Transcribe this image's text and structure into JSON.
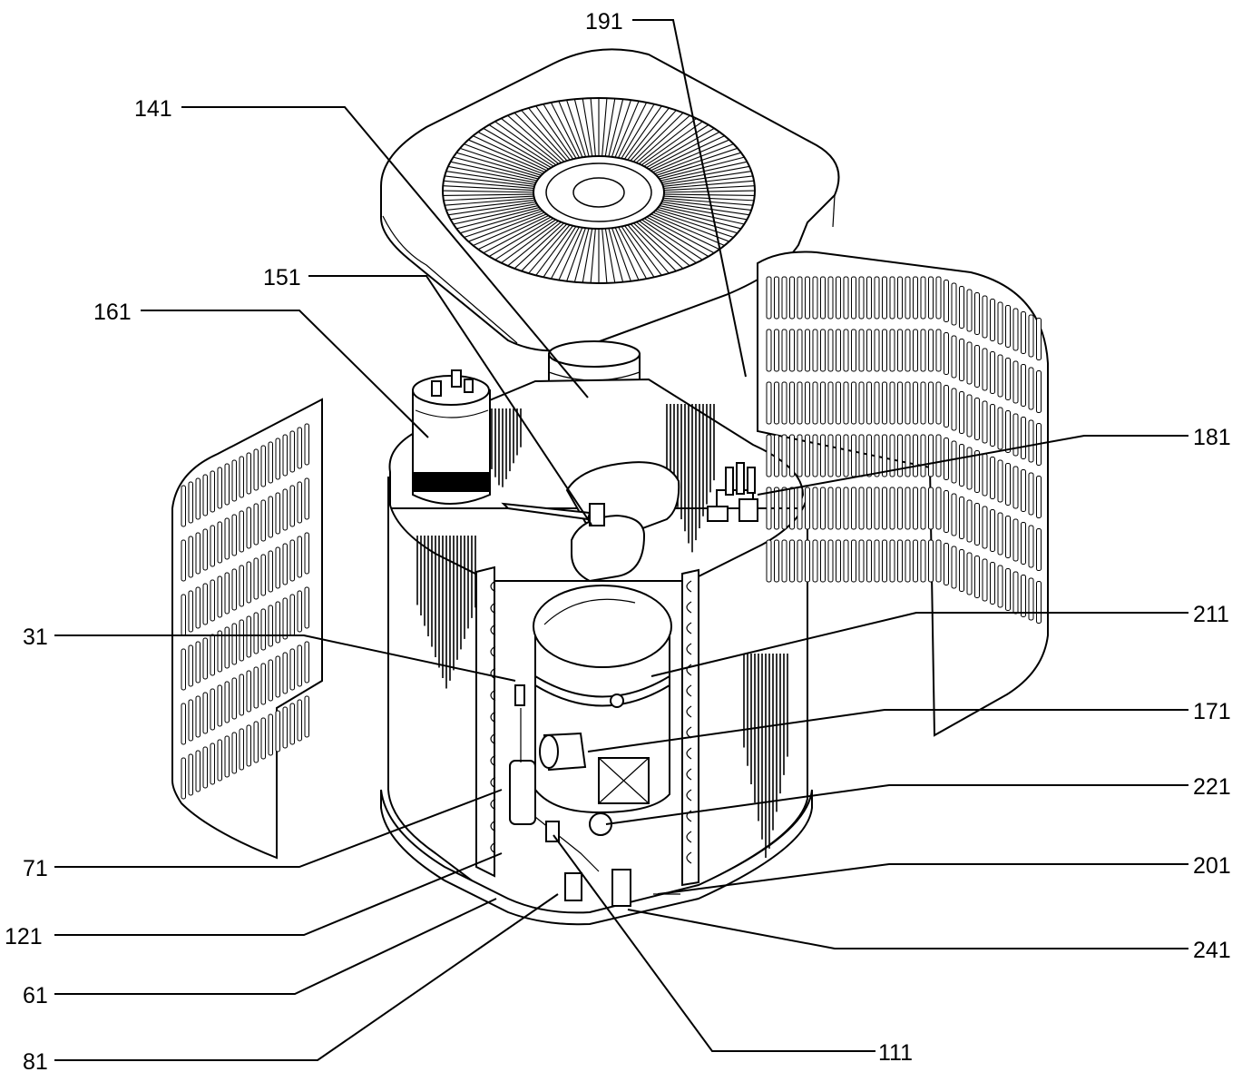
{
  "labels": {
    "l191": "191",
    "l141": "141",
    "l151": "151",
    "l161": "161",
    "l181": "181",
    "l211": "211",
    "l31": "31",
    "l171": "171",
    "l221": "221",
    "l71": "71",
    "l201": "201",
    "l121": "121",
    "l241": "241",
    "l61": "61",
    "l81": "81",
    "l111": "111"
  },
  "colors": {
    "ink": "#000000",
    "paper": "#ffffff"
  }
}
